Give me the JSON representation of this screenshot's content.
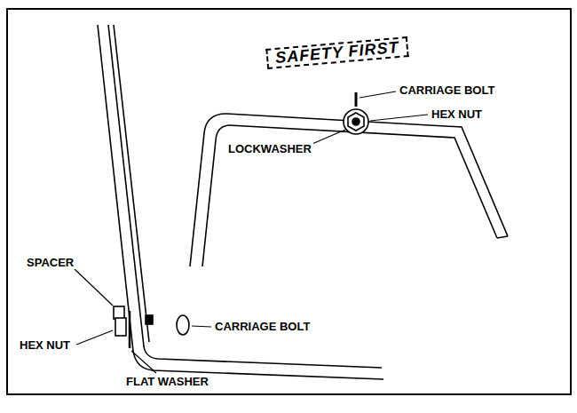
{
  "diagram": {
    "labels": [
      "SAFETY FIRST",
      "CARRIAGE BOLT",
      "HEX NUT",
      "LOCKWASHER",
      "SPACER",
      "CARRIAGE BOLT",
      "HEX NUT",
      "FLAT WASHER"
    ]
  }
}
